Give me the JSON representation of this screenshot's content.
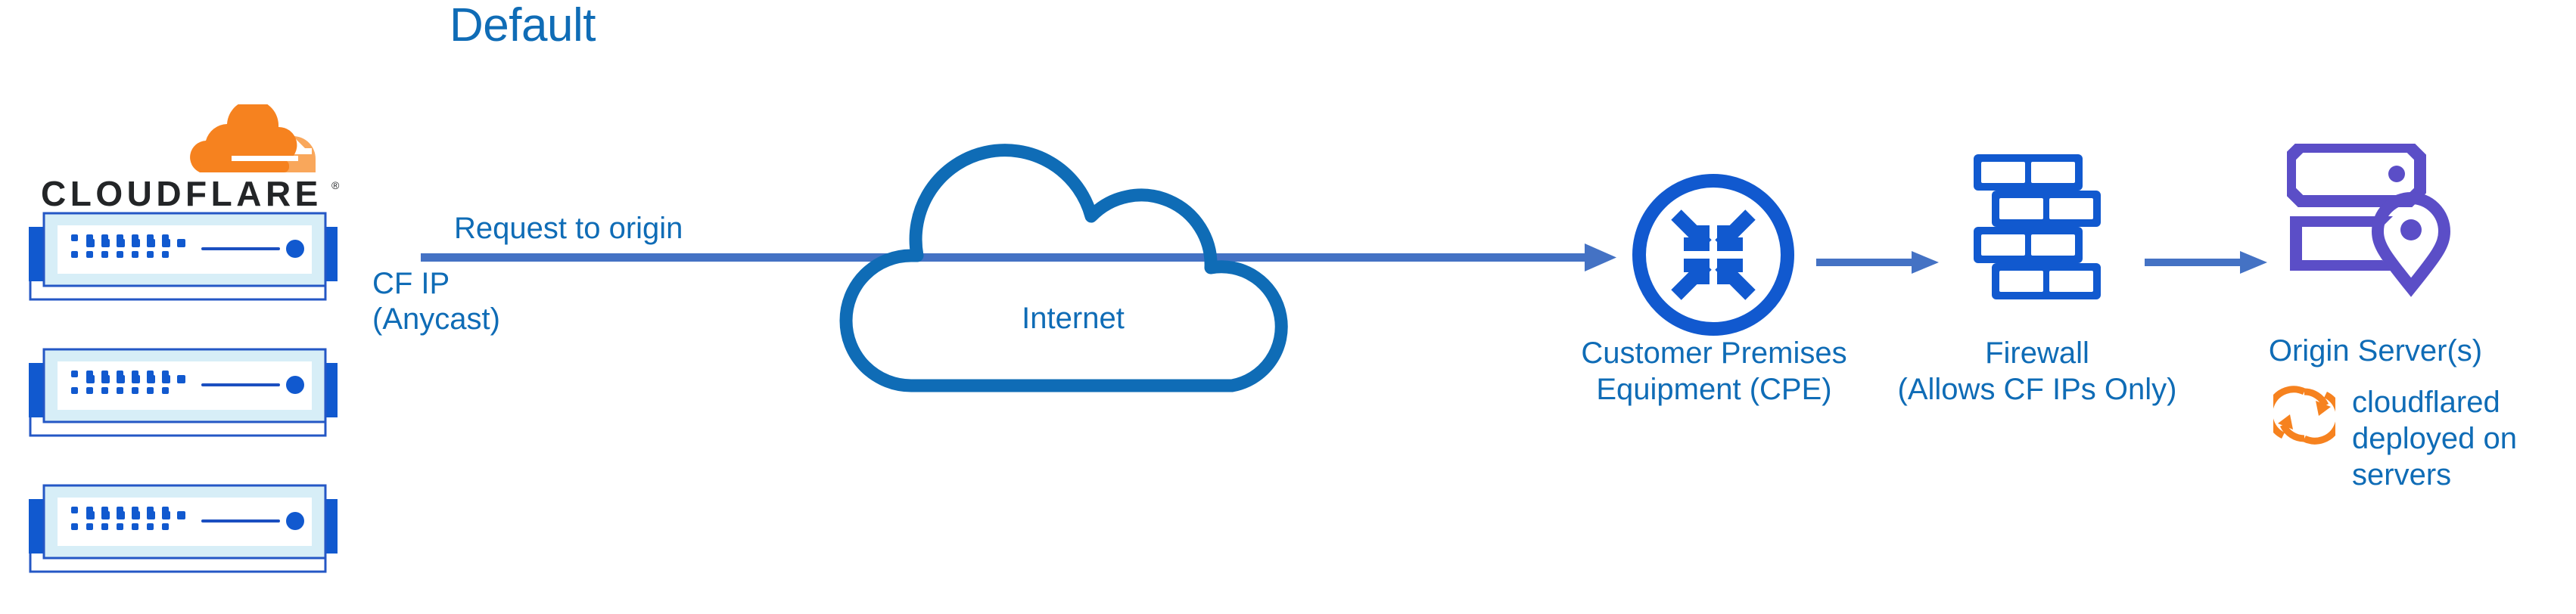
{
  "diagram": {
    "title": "Default",
    "title_color": "#0f6cb6",
    "background": "#ffffff",
    "text_color": "#0f6cb6",
    "accent_blue": "#1159cf",
    "arrow_color": "#4472c4",
    "cloud_color": "#0f6cb6",
    "origin_purple": "#5b4ec7",
    "cloudflare_orange": "#f6821f"
  },
  "logo": {
    "name": "cloudflare-logo",
    "wordmark": "CLOUDFLARE",
    "trademark": "®"
  },
  "cloudflare_stack": {
    "name": "cloudflare-edge-servers",
    "count": 3,
    "servers": [
      {
        "label": "cloudflare-server-1"
      },
      {
        "label": "cloudflare-server-2"
      },
      {
        "label": "cloudflare-server-3"
      }
    ]
  },
  "flow": {
    "request_label": "Request to origin",
    "source_ip_label_line1": "CF IP",
    "source_ip_label_line2": "(Anycast)"
  },
  "nodes": {
    "internet": {
      "label": "Internet",
      "icon": "cloud-icon"
    },
    "cpe": {
      "label_line1": "Customer Premises",
      "label_line2": "Equipment (CPE)",
      "icon": "router-icon"
    },
    "firewall": {
      "label_line1": "Firewall",
      "label_line2": "(Allows CF IPs Only)",
      "icon": "brick-wall-icon"
    },
    "origin": {
      "label": "Origin Server(s)",
      "icon": "server-rack-location-icon"
    }
  },
  "annotation": {
    "cloudflared_line1": "cloudflared",
    "cloudflared_line2": "deployed on",
    "cloudflared_line3": "servers",
    "icon": "sync-arrows-icon"
  }
}
